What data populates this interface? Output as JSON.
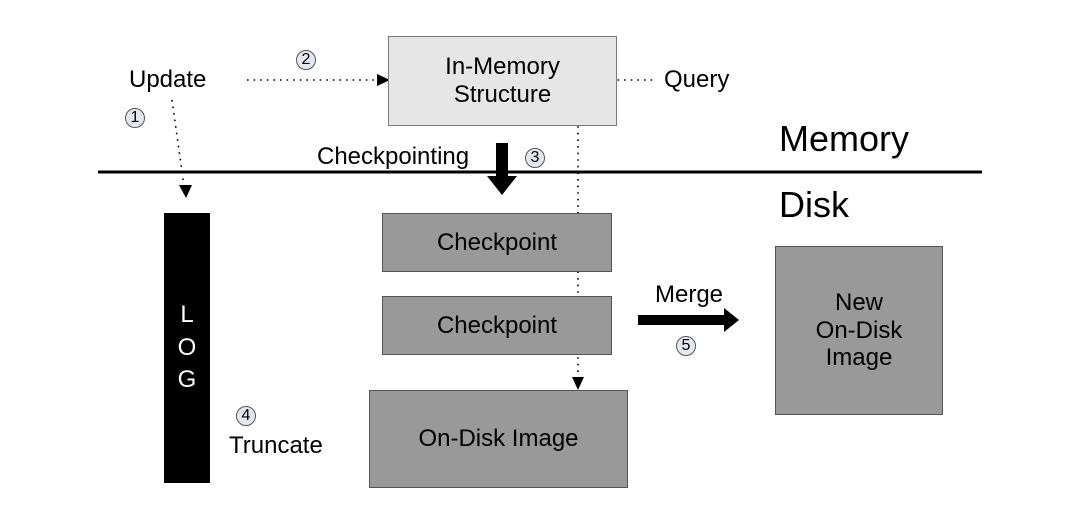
{
  "diagram": {
    "regions": {
      "memory_label": "Memory",
      "disk_label": "Disk"
    },
    "nodes": {
      "in_memory": {
        "line1": "In-Memory",
        "line2": "Structure"
      },
      "checkpoint_1": "Checkpoint",
      "checkpoint_2": "Checkpoint",
      "on_disk_image": "On-Disk Image",
      "new_on_disk": {
        "line1": "New",
        "line2": "On-Disk",
        "line3": "Image"
      },
      "log": {
        "letters": [
          "L",
          "O",
          "G"
        ]
      }
    },
    "labels": {
      "update": "Update",
      "query": "Query",
      "checkpointing": "Checkpointing",
      "merge": "Merge",
      "truncate": "Truncate"
    },
    "steps": [
      "1",
      "2",
      "3",
      "4",
      "5"
    ],
    "colors": {
      "memory_box_fill": "#e6e6e6",
      "disk_box_fill": "#999999",
      "log_fill": "#000000",
      "step_circle_fill": "#e3e8f0"
    }
  }
}
